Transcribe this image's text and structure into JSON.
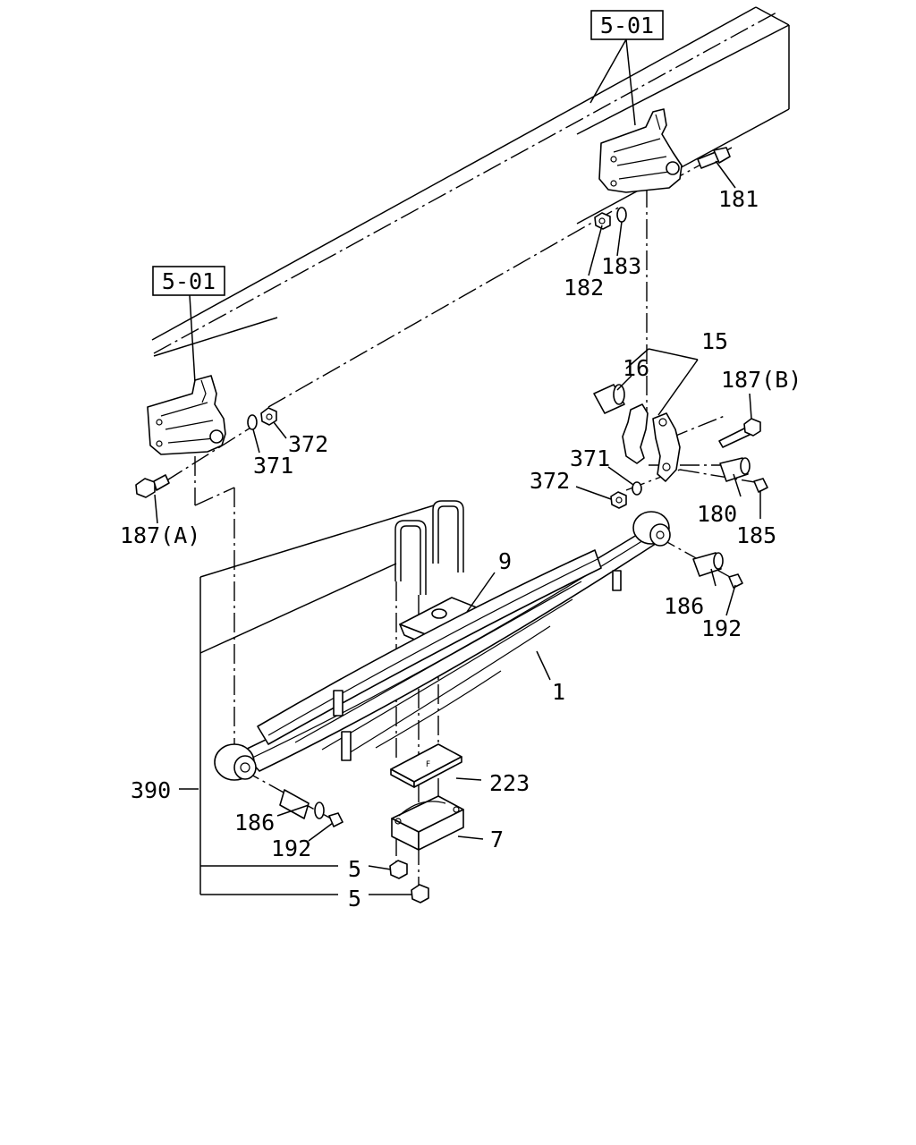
{
  "diagram": {
    "section_refs": [
      "5-01",
      "5-01"
    ],
    "part_labels": {
      "p181": "181",
      "p182": "182",
      "p183": "183",
      "p372_top": "372",
      "p371_top": "371",
      "p187a": "187(A)",
      "p15": "15",
      "p16": "16",
      "p187b": "187(B)",
      "p371_mid": "371",
      "p372_mid": "372",
      "p180": "180",
      "p185": "185",
      "p9": "9",
      "p186_right": "186",
      "p192_right": "192",
      "p1": "1",
      "p390": "390",
      "p223": "223",
      "p186_left": "186",
      "p192_left": "192",
      "p7": "7",
      "p5_upper": "5",
      "p5_lower": "5"
    }
  }
}
